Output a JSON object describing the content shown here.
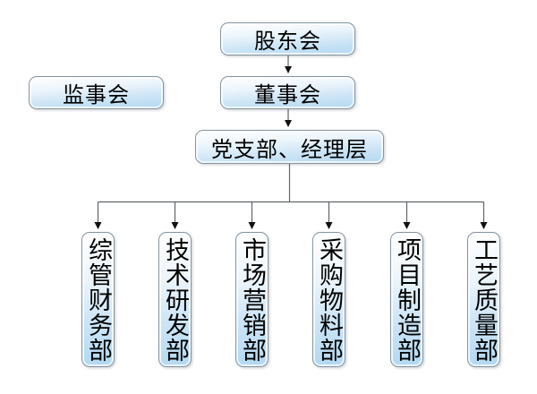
{
  "diagram": {
    "type": "org-chart",
    "background": "#ffffff",
    "colors": {
      "box_border": "#8494a2",
      "box_fill_top": "#ffffff",
      "box_fill_bottom": "#b2d8f1",
      "connector_line": "#5f6569",
      "arrowhead": "#111111",
      "text": "#000000"
    },
    "nodes": {
      "shareholders": {
        "label": "股东会"
      },
      "supervisory_board": {
        "label": "监事会"
      },
      "board_of_directors": {
        "label": "董事会"
      },
      "management": {
        "label": "党支部、经理层"
      },
      "departments": [
        {
          "label": "综管财务部"
        },
        {
          "label": "技术研发部"
        },
        {
          "label": "市场营销部"
        },
        {
          "label": "采购物料部"
        },
        {
          "label": "项目制造部"
        },
        {
          "label": "工艺质量部"
        }
      ]
    },
    "edges": [
      {
        "from": "shareholders",
        "to": "board_of_directors",
        "arrow": true
      },
      {
        "from": "board_of_directors",
        "to": "management",
        "arrow": true
      },
      {
        "from": "management",
        "to": "departments.0",
        "arrow": true
      },
      {
        "from": "management",
        "to": "departments.1",
        "arrow": true
      },
      {
        "from": "management",
        "to": "departments.2",
        "arrow": true
      },
      {
        "from": "management",
        "to": "departments.3",
        "arrow": true
      },
      {
        "from": "management",
        "to": "departments.4",
        "arrow": true
      },
      {
        "from": "management",
        "to": "departments.5",
        "arrow": true
      }
    ]
  }
}
